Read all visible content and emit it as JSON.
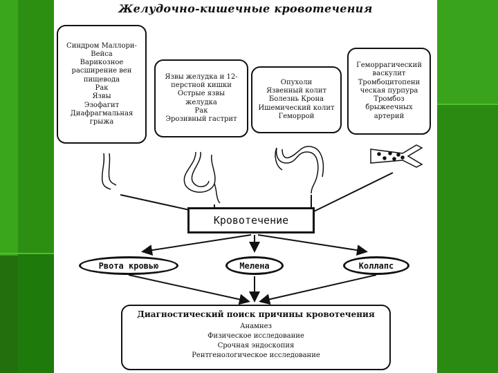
{
  "title": "Желудочно-кишечные кровотечения",
  "sources": {
    "esophagus": [
      "Синдром Маллори-",
      "Вейса",
      "Варикозное",
      "расширение вен",
      "пищевода",
      "Рак",
      "Язвы",
      "Эзофагит",
      "Диафрагмальная",
      "грыжа"
    ],
    "stomach": [
      "Язвы желудка и 12-",
      "перстной кишки",
      "Острые язвы",
      "желудка",
      "Рак",
      "Эрозивный гастрит"
    ],
    "colon": [
      "Опухоли",
      "Язвенный колит",
      "Болезнь Крона",
      "Ишемический колит",
      "Геморрой"
    ],
    "vascular": [
      "Геморрагический",
      "васкулит",
      "Тромбоцитопени",
      "ческая пурпура",
      "Тромбоз",
      "брыжеечных",
      "артерий"
    ]
  },
  "center": "Кровотечение",
  "manifestations": [
    "Рвота кровью",
    "Мелена",
    "Коллапс"
  ],
  "diagnostic": {
    "title": "Диагностический поиск причины кровотечения",
    "steps": [
      "Анамнез",
      "Физическое исследование",
      "Срочная эндоскопия",
      "Рентгенологическое исследование"
    ]
  }
}
